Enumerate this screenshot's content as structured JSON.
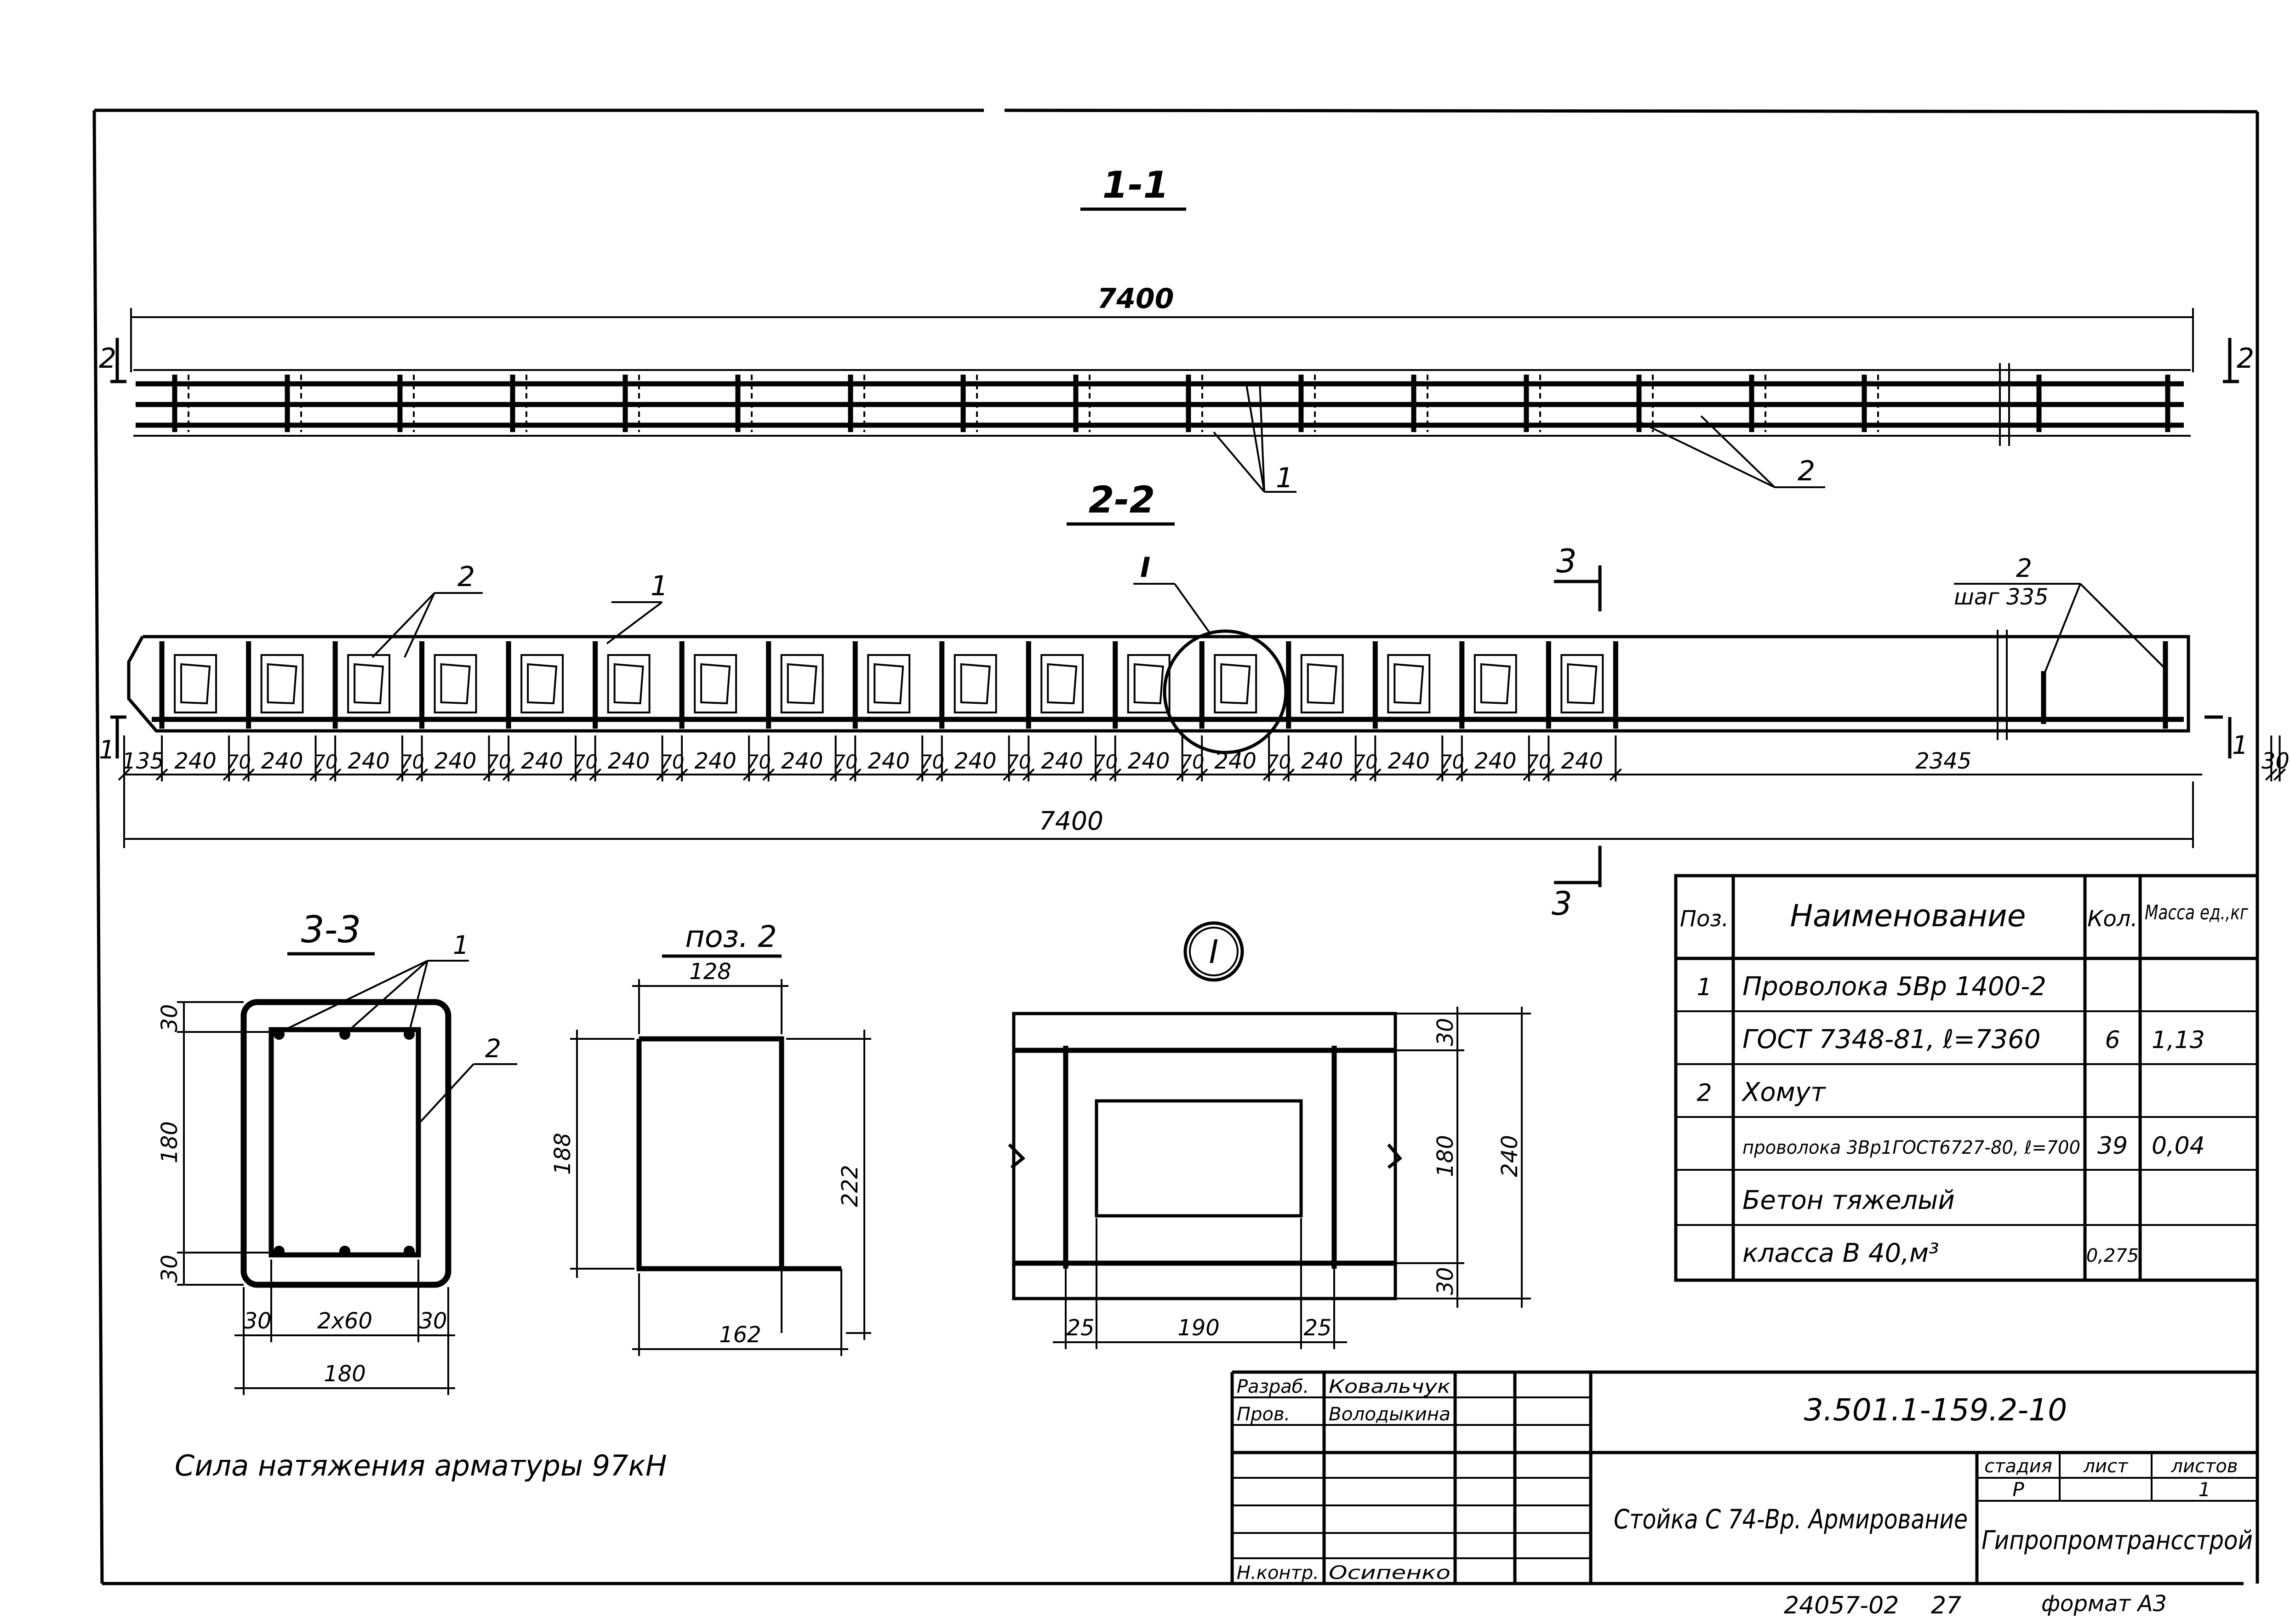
{
  "sections": {
    "s11": {
      "title": "1-1",
      "length": "7400",
      "cut_mark": "2",
      "leader_1": "1",
      "leader_2": "2"
    },
    "s22": {
      "title": "2-2",
      "length": "7400",
      "cut_mark_left": "1",
      "cut_mark_right": "1",
      "section_3_top": "3",
      "section_3_bottom": "3",
      "leader_1": "1",
      "leader_2": "2",
      "node_label": "I",
      "stirrup_label": "2",
      "stirrup_step": "шаг 335",
      "dims": [
        "135",
        "240",
        "70",
        "240",
        "70",
        "240",
        "70",
        "240",
        "70",
        "240",
        "70",
        "240",
        "70",
        "240",
        "70",
        "240",
        "70",
        "240",
        "70",
        "240",
        "70",
        "240",
        "70",
        "240",
        "70",
        "240",
        "70",
        "240",
        "70",
        "240",
        "70",
        "240",
        "70",
        "240",
        "2345",
        "30"
      ]
    },
    "s33": {
      "title": "3-3",
      "leader_1": "1",
      "leader_2": "2",
      "dim_30_top": "30",
      "dim_180_v": "180",
      "dim_30_bottom": "30",
      "dim_30_left": "30",
      "dim_2x60": "2x60",
      "dim_30_right": "30",
      "dim_180_h": "180"
    },
    "pos2": {
      "title": "поз. 2",
      "dim_128": "128",
      "dim_188": "188",
      "dim_222": "222",
      "dim_162": "162"
    },
    "node": {
      "title": "I",
      "dim_30_top": "30",
      "dim_180": "180",
      "dim_240": "240",
      "dim_30_bottom": "30",
      "dim_25_left": "25",
      "dim_190": "190",
      "dim_25_right": "25"
    }
  },
  "spec_table": {
    "headers": [
      "Поз.",
      "Наименование",
      "Кол.",
      "Масса ед.,кг"
    ],
    "rows": [
      [
        "1",
        "Проволока 5Вр 1400-2",
        "",
        ""
      ],
      [
        "",
        "ГОСТ 7348-81, ℓ=7360",
        "6",
        "1,13"
      ],
      [
        "2",
        "Хомут",
        "",
        ""
      ],
      [
        "",
        "проволока 3Вр1ГОСТ6727-80, ℓ=700",
        "39",
        "0,04"
      ],
      [
        "",
        "Бетон тяжелый",
        "",
        ""
      ],
      [
        "",
        "класса В 40,м³",
        "0,275",
        ""
      ]
    ]
  },
  "note": "Сила натяжения арматуры 97кН",
  "title_block": {
    "roles": [
      "Разраб.",
      "Пров.",
      "",
      "",
      "",
      "",
      "Н.контр."
    ],
    "names": [
      "Ковальчук",
      "Володыкина",
      "",
      "",
      "",
      "",
      "Осипенко"
    ],
    "doc_code": "3.501.1-159.2-10",
    "title": "Стойка С 74-Вр. Армирование",
    "stage_header": "стадия",
    "sheet_header": "лист",
    "sheets_header": "листов",
    "stage": "Р",
    "sheet": "",
    "sheets": "1",
    "org": "Гипропромтрансстрой"
  },
  "footer": {
    "archive": "24057-02",
    "page": "27",
    "format": "формат А3"
  }
}
